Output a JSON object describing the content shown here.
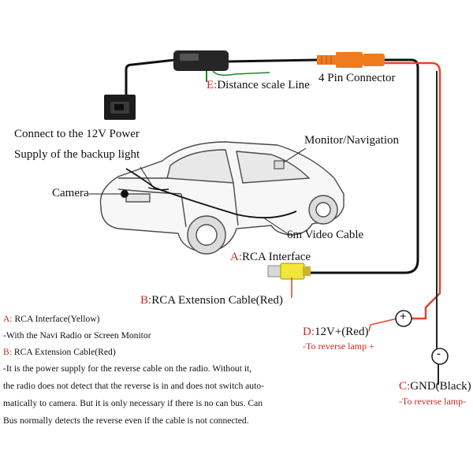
{
  "labels": {
    "distance_prefix": "E:",
    "distance_text": "Distance scale Line",
    "connector": "4 Pin Connector",
    "power_line1": "Connect to the 12V Power",
    "power_line2": "Supply of the backup light",
    "camera": "Camera",
    "monitor": "Monitor/Navigation",
    "video_cable": "6m Video Cable",
    "rca_prefix": "A:",
    "rca_text": "RCA Interface",
    "ext_prefix": "B:",
    "ext_text": "RCA Extension Cable(Red)",
    "d_prefix": "D:",
    "d_text": "12V+(Red)",
    "d_sub": "-To reverse lamp +",
    "c_prefix": "C:",
    "c_text": "GND(Black)",
    "c_sub": "-To reverse lamp-",
    "plus": "+",
    "minus": "-"
  },
  "notes": {
    "a_prefix": "A:",
    "a_text": "RCA Interface(Yellow)",
    "a_sub": "-With the Navi Radio or Screen Monitor",
    "b_prefix": "B:",
    "b_text": "RCA Extension Cable(Red)",
    "line1": " -It is the power supply for the reverse cable on the radio. Without it,",
    "line2": "the radio does not detect that the reverse is in and does not switch auto-",
    "line3": "matically to camera. But it is only necessary if there is no can bus. Can",
    "line4": "Bus normally detects the reverse even if the cable is not connected."
  },
  "colors": {
    "accent_red": "#d0281f",
    "connector_orange": "#f07a1e",
    "rca_yellow": "#f2e63a",
    "wire_black": "#111111",
    "wire_red": "#e0462c",
    "distance_green": "#1a8a2a"
  }
}
